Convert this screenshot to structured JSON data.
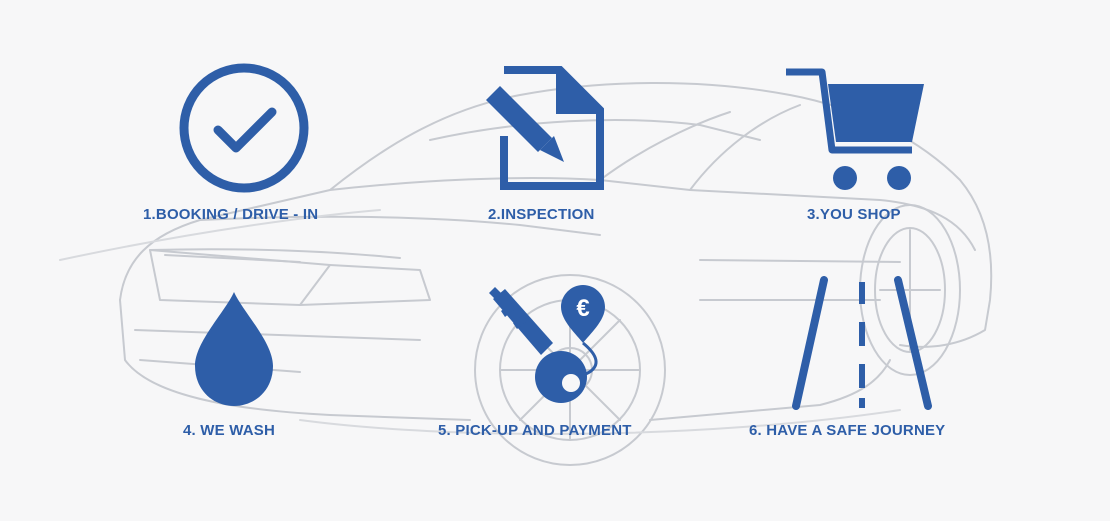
{
  "colors": {
    "accent": "#2e5ea8",
    "background": "#f7f7f8",
    "sketch": "#c9ccd2"
  },
  "steps": [
    {
      "label": "1.BOOKING / DRIVE - IN",
      "icon": "checkmark-circle-icon"
    },
    {
      "label": "2.INSPECTION",
      "icon": "document-pen-icon"
    },
    {
      "label": "3.YOU SHOP",
      "icon": "shopping-cart-icon"
    },
    {
      "label": "4. WE WASH",
      "icon": "water-drop-icon"
    },
    {
      "label": "5. PICK-UP AND PAYMENT",
      "icon": "key-euro-tag-icon"
    },
    {
      "label": "6. HAVE A SAFE JOURNEY",
      "icon": "road-icon"
    }
  ],
  "payment": {
    "currency_symbol": "€"
  }
}
